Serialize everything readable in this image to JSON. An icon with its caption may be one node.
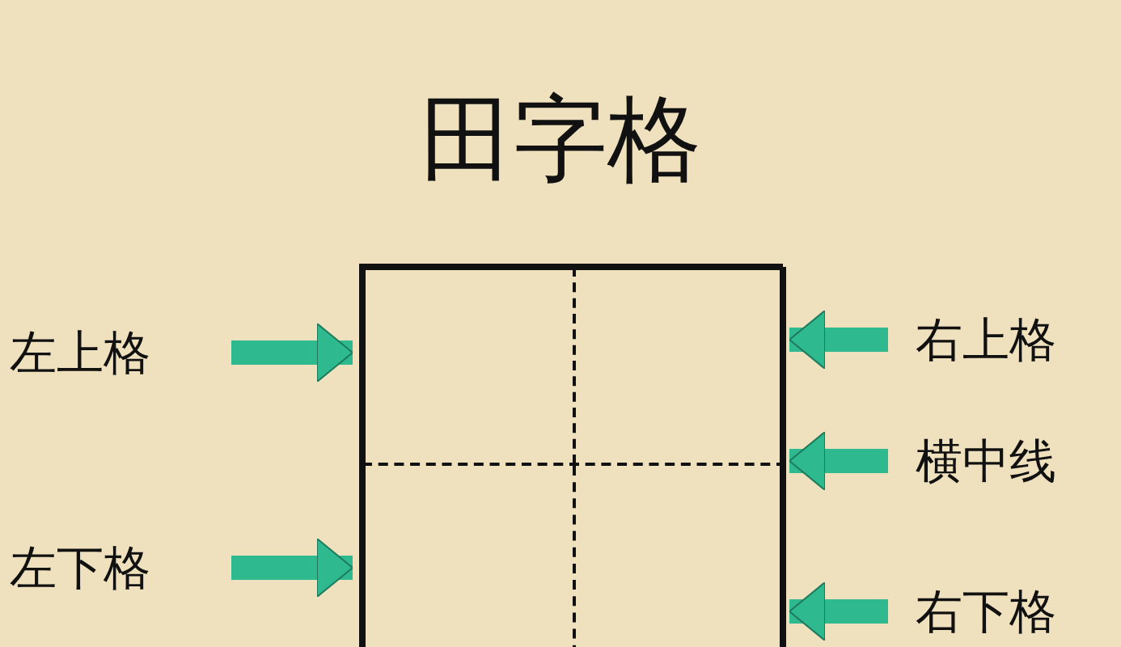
{
  "diagram": {
    "title": "田字格",
    "nodes": [
      {
        "text": [],
        "shape": "box"
      },
      {
        "text": [],
        "shape": "box",
        "in": 0
      },
      {
        "text": [],
        "shape": "box",
        "in": 0
      },
      {
        "text": [],
        "shape": "line",
        "in": 0
      },
      {
        "text": [],
        "shape": "box",
        "in": 0
      },
      {
        "text": [],
        "shape": "box",
        "in": 0
      },
      {
        "text": [
          "左上格"
        ]
      },
      {
        "text": [
          "右上格"
        ]
      },
      {
        "text": [
          "横中线"
        ]
      },
      {
        "text": [
          "左下格"
        ]
      },
      {
        "text": [
          "右下格"
        ]
      }
    ],
    "edges": [
      {
        "from": 6,
        "to": 1,
        "arrow": "to"
      },
      {
        "from": 7,
        "to": 2,
        "arrow": "to"
      },
      {
        "from": 8,
        "to": 3,
        "arrow": "to"
      },
      {
        "from": 9,
        "to": 4,
        "arrow": "to"
      },
      {
        "from": 10,
        "to": 5,
        "arrow": "to"
      }
    ]
  }
}
